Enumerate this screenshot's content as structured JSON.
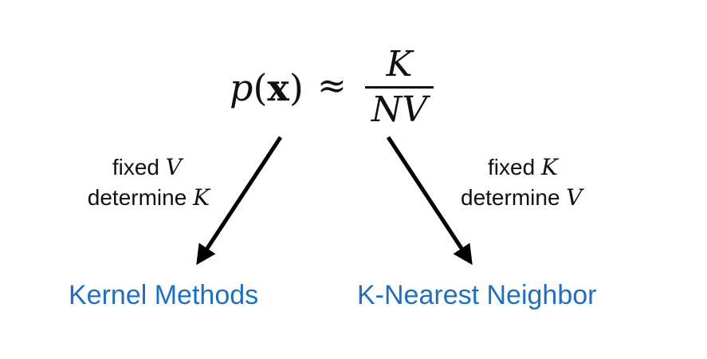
{
  "equation": {
    "lhs_func": "p",
    "lhs_open": "(",
    "lhs_var": "x",
    "lhs_close": ")",
    "approx": "≈",
    "numerator": "K",
    "denominator": "NV"
  },
  "left_branch": {
    "line1_text": "fixed ",
    "line1_var": "V",
    "line2_text": "determine ",
    "line2_var": "K",
    "method": "Kernel Methods"
  },
  "right_branch": {
    "line1_text": "fixed ",
    "line1_var": "K",
    "line2_text": "determine ",
    "line2_var": "V",
    "method": "K-Nearest Neighbor"
  },
  "colors": {
    "method_label": "#1e6fc0",
    "text": "#111111",
    "arrow": "#000000"
  }
}
